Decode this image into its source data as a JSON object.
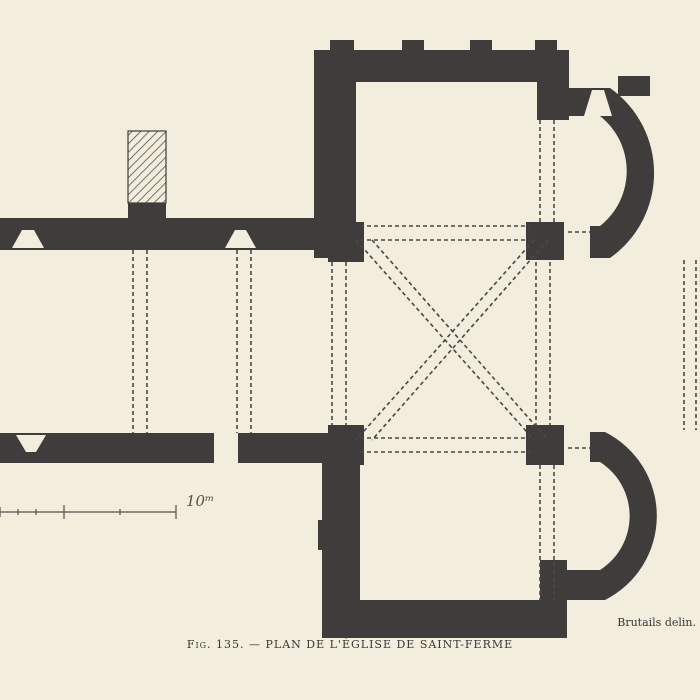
{
  "figure": {
    "caption": "Fig. 135. — PLAN DE L'ÉGLISE DE SAINT-FERME",
    "credit": "Brutails delin.",
    "scale_label": "10ᵐ"
  },
  "colors": {
    "paper": "#f2eddc",
    "ink": "#3f3d3b"
  }
}
